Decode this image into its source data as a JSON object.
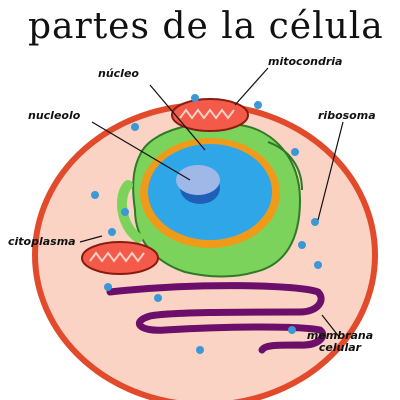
{
  "title": "partes de la célula",
  "labels": {
    "nucleo": "núcleo",
    "mitocondria": "mitocondria",
    "nucleolo": "nucleolo",
    "ribosoma": "ribosoma",
    "citoplasma": "citoplasma",
    "membrana_line1": "membrana",
    "membrana_line2": "celular"
  },
  "colors": {
    "cytoplasm": "#fbd3c4",
    "membrane": "#e14b2c",
    "nucleus": "#2ea6e8",
    "nuclear_envelope": "#f09a1a",
    "er": "#7cd35b",
    "nucleolus": "#9fb8e8",
    "mitochondria": "#f35a4a",
    "ribosome": "#3a98d6",
    "golgi": "#6b0f6b",
    "outline": "#111111"
  }
}
